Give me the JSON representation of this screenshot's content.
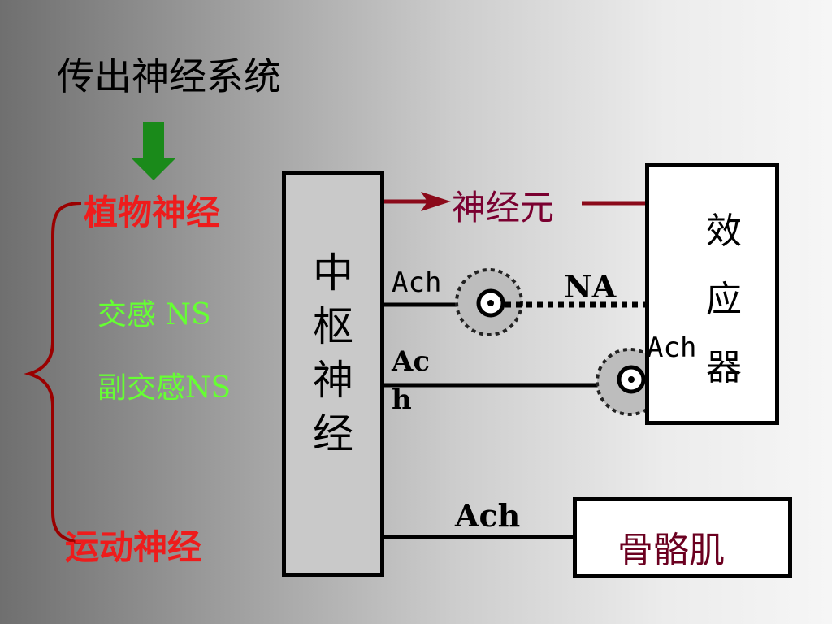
{
  "title": "传出神经系统",
  "branches": {
    "autonomic": "植物神经",
    "sympathetic": "交感 NS",
    "parasympathetic": "副交感NS",
    "motor": "运动神经"
  },
  "central": [
    "中",
    "枢",
    "神",
    "经"
  ],
  "neuron": "神经元",
  "effector": [
    "效",
    "应",
    "器"
  ],
  "skeletal_muscle": "骨骼肌",
  "transmitters": {
    "sym_pre": "Ach",
    "sym_post": "NA",
    "para_pre_1": "Ac",
    "para_pre_2": "h",
    "para_post": "Ach",
    "motor": "Ach"
  },
  "colors": {
    "arrow_green": "#1a8a1a",
    "branch_red": "#ee1c1c",
    "brace_red": "#9a0000",
    "neuron_maroon": "#7a0030",
    "sympathetic_green": "#66ff33"
  }
}
